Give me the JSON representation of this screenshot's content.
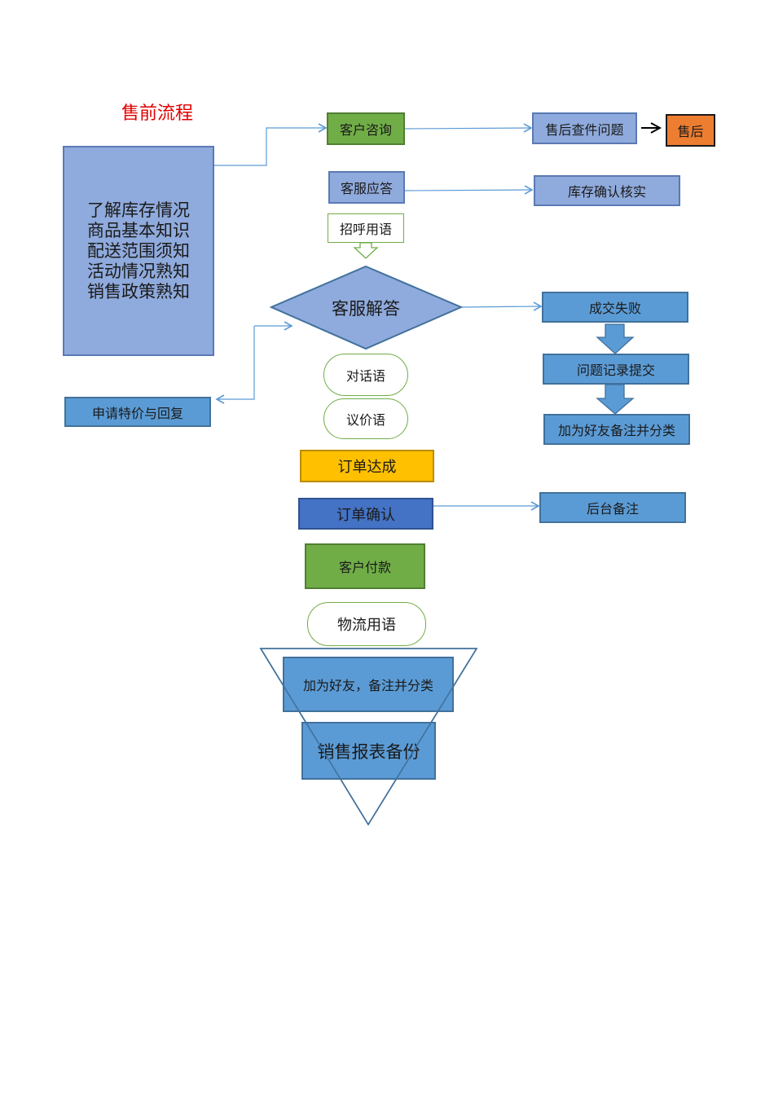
{
  "title": "售前流程",
  "colors": {
    "title": "#e00000",
    "connector": "#5b9bd5",
    "black_arrow": "#000000"
  },
  "knowledge_box": {
    "lines": [
      "了解库存情况",
      "商品基本知识",
      "配送范围须知",
      "活动情况熟知",
      "销售政策熟知"
    ]
  },
  "nodes": {
    "consult": "客户咨询",
    "aftersale_check": "售后查件问题",
    "aftersale": "售后",
    "cs_reply": "客服应答",
    "stock_verify": "库存确认核实",
    "greeting": "招呼用语",
    "cs_answer": "客服解答",
    "deal_fail": "成交失败",
    "record_issue": "问题记录提交",
    "add_friend_right": "加为好友备注并分类",
    "dialog": "对话语",
    "bargain": "议价语",
    "special_price": "申请特价与回复",
    "order_done": "订单达成",
    "order_confirm": "订单确认",
    "backend_note": "后台备注",
    "payment": "客户付款",
    "logistics": "物流用语",
    "add_friend_bottom": "加为好友，备注并分类",
    "sales_report": "销售报表备份"
  }
}
